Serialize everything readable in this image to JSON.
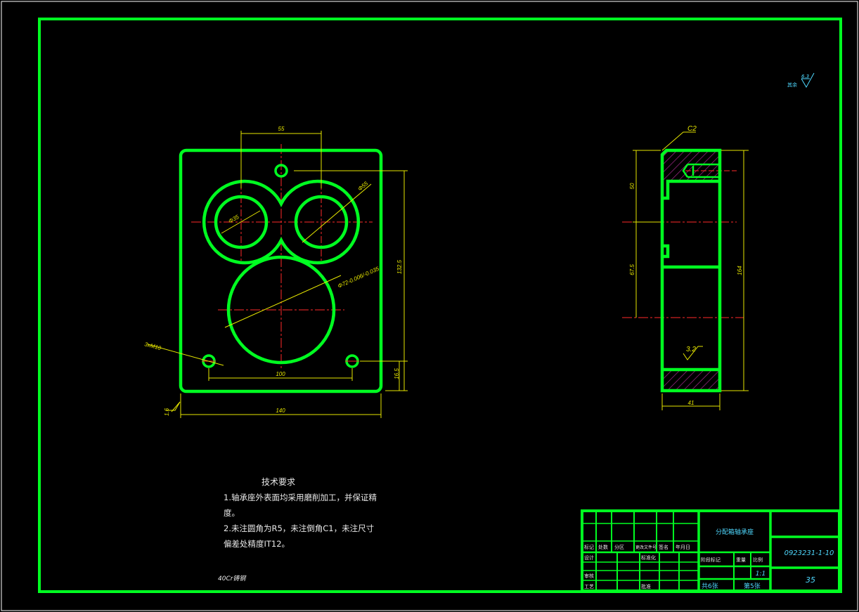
{
  "colors": {
    "background": "#000000",
    "outline": "#00ff21",
    "centerline": "#ff2a2a",
    "dimension": "#e6e600",
    "hatch": "#a52a8c",
    "text": "#e8e8e8",
    "accent_text": "#4fd9ff"
  },
  "front_view": {
    "dim_top": "55",
    "dim_bottom_holes": "100",
    "dim_overall_width": "140",
    "dim_overall_height": "132.5",
    "dim_side_small": "16.5",
    "dim_bore_large": "Φ72-0.006/-0.035",
    "dim_bore_small": "Φ35",
    "dim_outer_circle": "Φ55",
    "thread_callout": "3xM10",
    "roughness_left": "1.6"
  },
  "side_view": {
    "chamfer": "C2",
    "dim_upper": "50",
    "dim_middle": "67.5",
    "dim_total_height": "164",
    "dim_width": "41",
    "roughness_inner": "3.2"
  },
  "general_roughness": {
    "label": "其余",
    "value": "6.3"
  },
  "notes": {
    "heading": "技术要求",
    "line1": "1.轴承座外表面均采用磨削加工，并保证精",
    "line2": "度。",
    "line3": "2.未注圆角为R5，未注倒角C1，未注尺寸",
    "line4": "偏差处精度IT12。"
  },
  "material": "40Cr铸钢",
  "title_block": {
    "part_name": "分配箱轴承座",
    "drawing_number": "0923231-1-10",
    "material_code": "35",
    "scale": "1:1",
    "sheet_total": "共6张",
    "sheet_number": "第5张",
    "labels": {
      "mark": "标记",
      "count": "处数",
      "zone": "分区",
      "change_doc": "更改文件号",
      "signature": "签名",
      "date": "年月日",
      "design": "设计",
      "standardize": "标准化",
      "review": "审核",
      "process": "工艺",
      "approve": "批准",
      "stage_mark": "阶段标记",
      "weight": "重量",
      "scale_label": "比例"
    }
  }
}
